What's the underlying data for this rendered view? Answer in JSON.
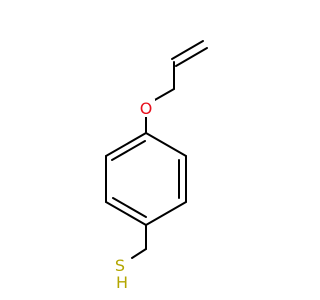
{
  "molecule": {
    "atoms": {
      "oxygen": "O",
      "sulfur": "S",
      "hydrogen": "H"
    },
    "colors": {
      "oxygen": "#e8101d",
      "sulfur": "#b3a600",
      "bond": "#000000",
      "background": "#ffffff"
    }
  }
}
